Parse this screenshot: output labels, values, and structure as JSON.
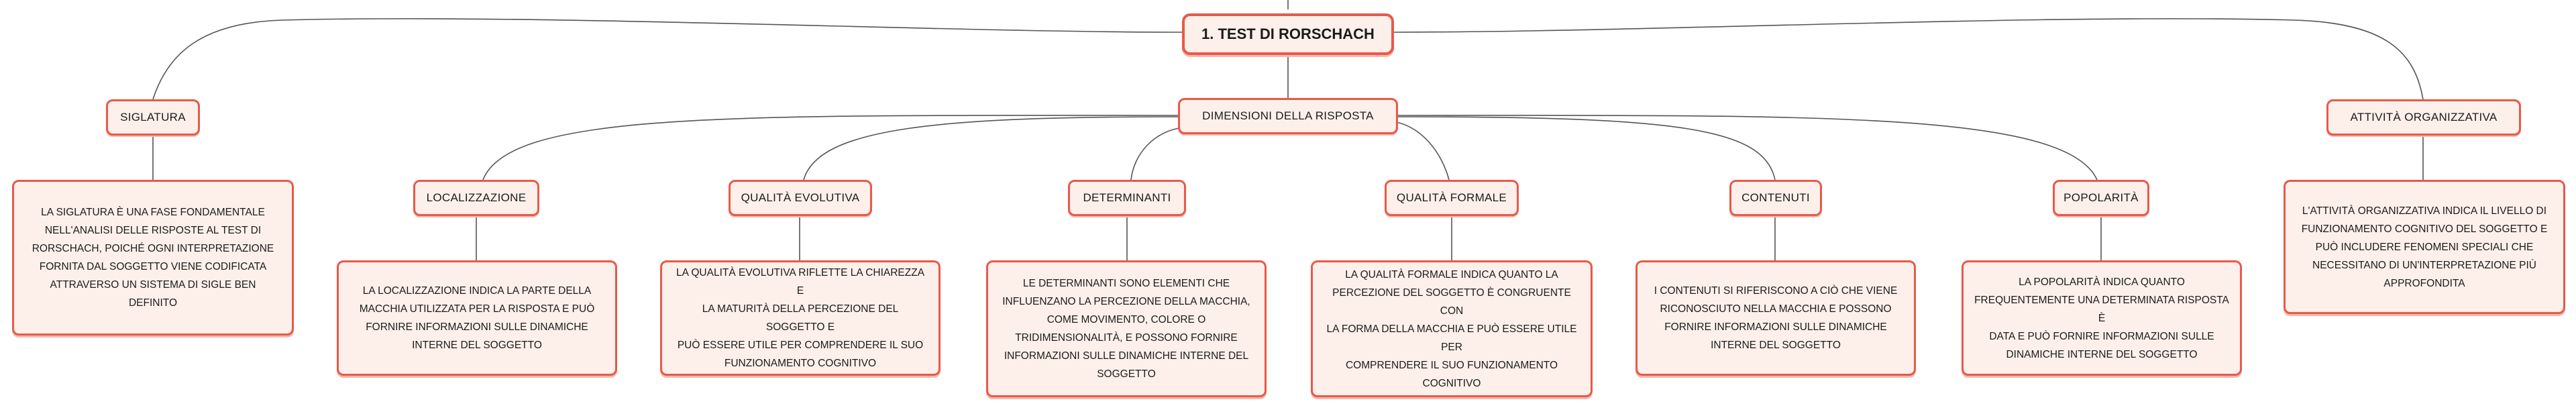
{
  "root": {
    "label": "1. TEST DI RORSCHACH"
  },
  "main_topics": {
    "siglatura": "SIGLATURA",
    "dimensioni": "DIMENSIONI DELLA RISPOSTA",
    "attivita": "ATTIVITÀ ORGANIZZATIVA"
  },
  "subtopics": {
    "localizzazione": "LOCALIZZAZIONE",
    "qualita_evolutiva": "QUALITÀ EVOLUTIVA",
    "determinanti": "DETERMINANTI",
    "qualita_formale": "QUALITÀ FORMALE",
    "contenuti": "CONTENUTI",
    "popolarita": "POPOLARITÀ"
  },
  "descriptions": {
    "siglatura": [
      "LA SIGLATURA È UNA FASE FONDAMENTALE",
      "NELL'ANALISI DELLE RISPOSTE AL TEST DI",
      "RORSCHACH, POICHÉ OGNI INTERPRETAZIONE",
      "FORNITA DAL SOGGETTO VIENE CODIFICATA",
      "ATTRAVERSO UN SISTEMA DI SIGLE BEN DEFINITO"
    ],
    "localizzazione": [
      "LA LOCALIZZAZIONE INDICA LA PARTE DELLA",
      "MACCHIA UTILIZZATA PER LA RISPOSTA E PUÒ",
      "FORNIRE INFORMAZIONI SULLE DINAMICHE",
      "INTERNE DEL SOGGETTO"
    ],
    "qualita_evolutiva": [
      "LA QUALITÀ EVOLUTIVA RIFLETTE LA CHIAREZZA E",
      "LA MATURITÀ DELLA PERCEZIONE DEL SOGGETTO E",
      "PUÒ ESSERE UTILE PER COMPRENDERE IL SUO",
      "FUNZIONAMENTO COGNITIVO"
    ],
    "determinanti": [
      "LE DETERMINANTI SONO ELEMENTI CHE",
      "INFLUENZANO LA PERCEZIONE DELLA MACCHIA,",
      "COME MOVIMENTO, COLORE O",
      "TRIDIMENSIONALITÀ, E POSSONO FORNIRE",
      "INFORMAZIONI SULLE DINAMICHE INTERNE DEL",
      "SOGGETTO"
    ],
    "qualita_formale": [
      "LA QUALITÀ FORMALE INDICA QUANTO LA",
      "PERCEZIONE DEL SOGGETTO È CONGRUENTE CON",
      "LA FORMA DELLA MACCHIA E PUÒ ESSERE UTILE PER",
      "COMPRENDERE IL SUO FUNZIONAMENTO",
      "COGNITIVO"
    ],
    "contenuti": [
      "I CONTENUTI SI RIFERISCONO A CIÒ CHE VIENE",
      "RICONOSCIUTO NELLA MACCHIA E POSSONO",
      "FORNIRE INFORMAZIONI SULLE DINAMICHE",
      "INTERNE DEL SOGGETTO"
    ],
    "popolarita": [
      "LA POPOLARITÀ INDICA QUANTO",
      "FREQUENTEMENTE UNA DETERMINATA RISPOSTA È",
      "DATA E PUÒ FORNIRE INFORMAZIONI SULLE",
      "DINAMICHE INTERNE DEL SOGGETTO"
    ],
    "attivita": [
      "L'ATTIVITÀ ORGANIZZATIVA INDICA IL LIVELLO DI",
      "FUNZIONAMENTO COGNITIVO DEL SOGGETTO E",
      "PUÒ INCLUDERE FENOMENI SPECIALI CHE",
      "NECESSITANO DI UN'INTERPRETAZIONE PIÙ",
      "APPROFONDITA"
    ]
  },
  "colors": {
    "border": "#e8594a",
    "fill": "#fdf0ea",
    "line": "#555555"
  }
}
